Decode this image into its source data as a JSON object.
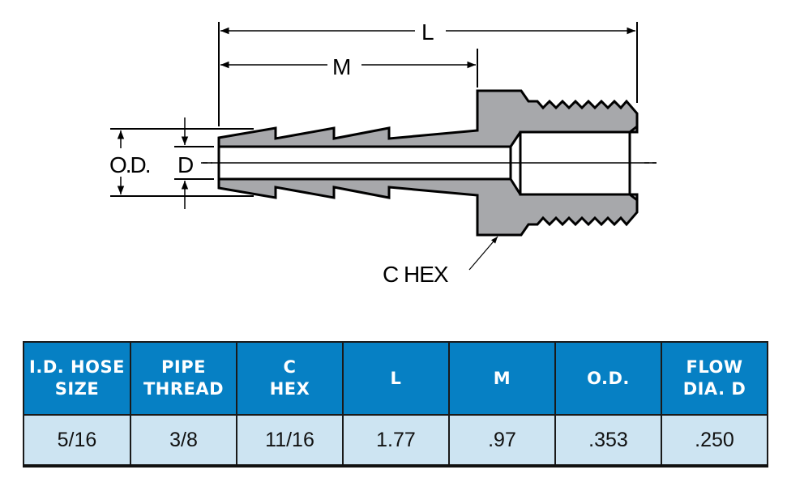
{
  "drawing": {
    "labels": {
      "length": "L",
      "m_length": "M",
      "outer_diameter": "O.D.",
      "flow_diameter": "D",
      "hex": "C HEX"
    },
    "colors": {
      "body_fill": "#a7a8ab",
      "outline": "#000000"
    }
  },
  "table": {
    "header_color": "#0680c4",
    "row_color": "#cde4f2",
    "columns": [
      {
        "line1": "I.D. HOSE",
        "line2": "SIZE"
      },
      {
        "line1": "PIPE",
        "line2": "THREAD"
      },
      {
        "line1": "C",
        "line2": "HEX"
      },
      {
        "line1": "L",
        "line2": ""
      },
      {
        "line1": "M",
        "line2": ""
      },
      {
        "line1": "O.D.",
        "line2": ""
      },
      {
        "line1": "FLOW",
        "line2": "DIA. D"
      }
    ],
    "rows": [
      [
        "5/16",
        "3/8",
        "11/16",
        "1.77",
        ".97",
        ".353",
        ".250"
      ]
    ]
  }
}
